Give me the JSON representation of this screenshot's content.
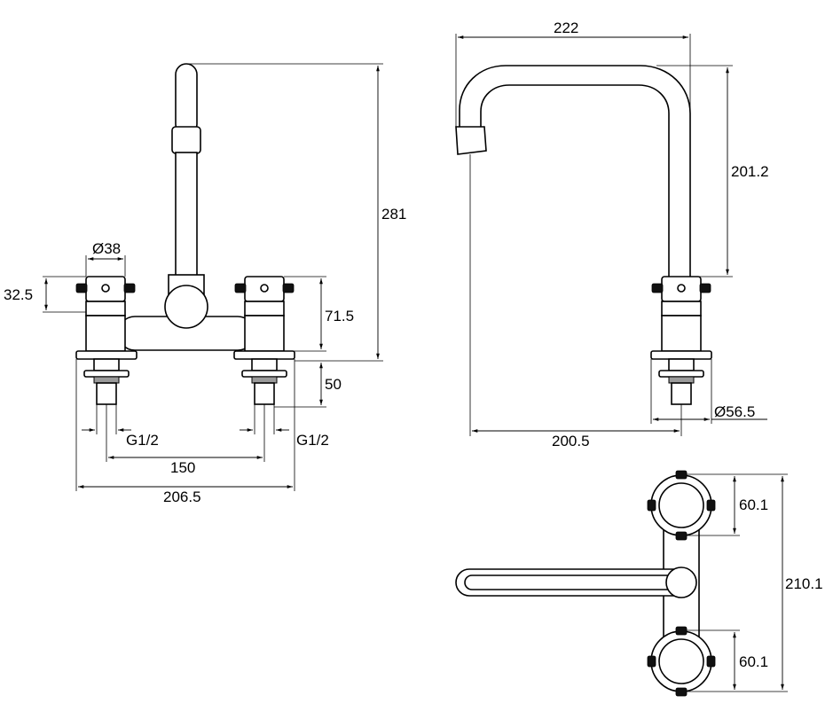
{
  "front_view": {
    "height_total": "281",
    "handle_diameter": "Ø38",
    "handle_height": "32.5",
    "body_height": "71.5",
    "shank_length": "50",
    "thread_left": "G1/2",
    "thread_right": "G1/2",
    "centers": "150",
    "overall_width": "206.5"
  },
  "side_view": {
    "spout_projection": "222",
    "spout_height": "201.2",
    "base_diameter": "Ø56.5",
    "reach": "200.5"
  },
  "top_view": {
    "handle_spacing_top": "60.1",
    "handle_spacing_bottom": "60.1",
    "overall_length": "210.1"
  },
  "colors": {
    "line": "#000000",
    "background": "#ffffff",
    "thread": "#9a9a9a"
  }
}
